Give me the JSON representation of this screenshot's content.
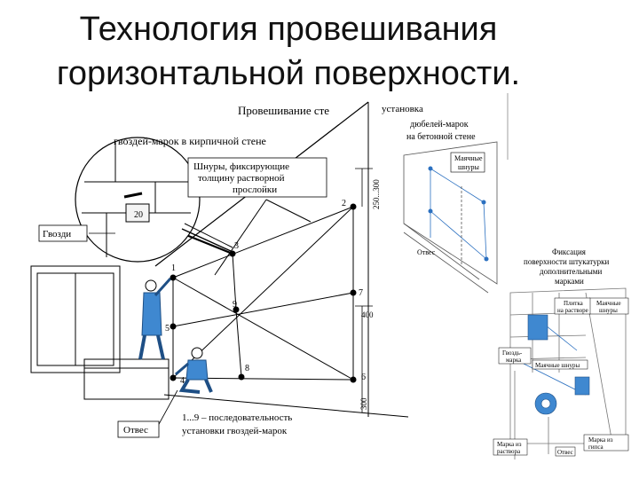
{
  "slide": {
    "title_line1": "Технология провешивания",
    "title_line2": "горизонтальной поверхности."
  },
  "main_diagram": {
    "caption_top": "Провешивание сте",
    "caption_nails": "гвоздей-марок в кирпичной стене",
    "caption_cords": [
      "Шнуры, фиксирующие",
      "толщину растворной",
      "прослойки"
    ],
    "inset_label": "20",
    "label_nail": "Гвозди",
    "label_plumb": "Отвес",
    "caption_sequence": [
      "1...9 – последовательность",
      "установки гвоздей-марок"
    ],
    "dim_top": "250...300",
    "dim_mid": "400",
    "dim_bottom": "300",
    "points": [
      {
        "id": "p1",
        "label": "1"
      },
      {
        "id": "p2",
        "label": "2"
      },
      {
        "id": "p3",
        "label": "3"
      },
      {
        "id": "p4",
        "label": "4"
      },
      {
        "id": "p5",
        "label": "5"
      },
      {
        "id": "p6",
        "label": "6"
      },
      {
        "id": "p7",
        "label": "7"
      },
      {
        "id": "p8",
        "label": "8"
      },
      {
        "id": "p9",
        "label": "9"
      }
    ]
  },
  "concrete_diagram": {
    "caption_top": "установка",
    "caption": [
      "дюбелей-марок",
      "на бетонной стене"
    ],
    "label_cords": [
      "Маячные",
      "шнуры"
    ],
    "label_plumb": "Отвес"
  },
  "plaster_diagram": {
    "caption": [
      "Фиксация",
      "поверхности штукатурки",
      "дополнительными",
      "марками"
    ],
    "label_beacon_cords": [
      "Маячные",
      "шнуры"
    ],
    "label_mortar_plate": [
      "Плитка",
      "на растворе"
    ],
    "label_nail_mark": [
      "Гвоздь-",
      "марка"
    ],
    "label_cord_lines": "Маячные шнуры",
    "label_mortar_mark": [
      "Марка из",
      "раствора"
    ],
    "label_gypsum_mark": [
      "Марка из",
      "гипса"
    ],
    "label_plumb": "Отвес"
  }
}
